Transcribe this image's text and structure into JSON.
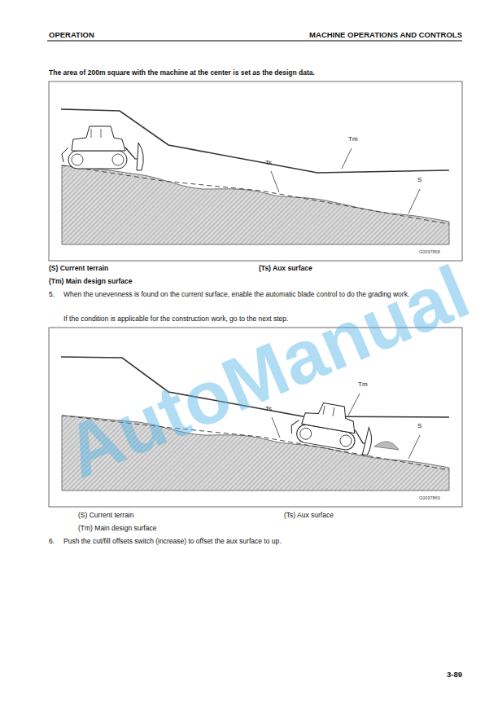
{
  "diagram": {
    "labels": [
      "OPERATION",
      "MACHINE OPERATIONS AND CONTROLS",
      "The area of 200m square with the machine at the center is set as the design data.",
      "Tm",
      "Ts",
      "S",
      "G0097868",
      "(S) Current terrain",
      "(Ts) Aux surface",
      "(Tm) Main design surface",
      "5.",
      "When the unevenness is found on the current surface, enable the automatic blade control to do the grading work.",
      "If the condition is applicable for the construction work, go to the next step.",
      "Tm",
      "Ts",
      "S",
      "G0097869",
      "(S) Current terrain",
      "(Ts) Aux surface",
      "(Tm) Main design surface",
      "6.",
      "Push the cut/fill offsets switch (increase) to offset the aux surface to up.",
      "3-89",
      "AutoManual"
    ]
  }
}
